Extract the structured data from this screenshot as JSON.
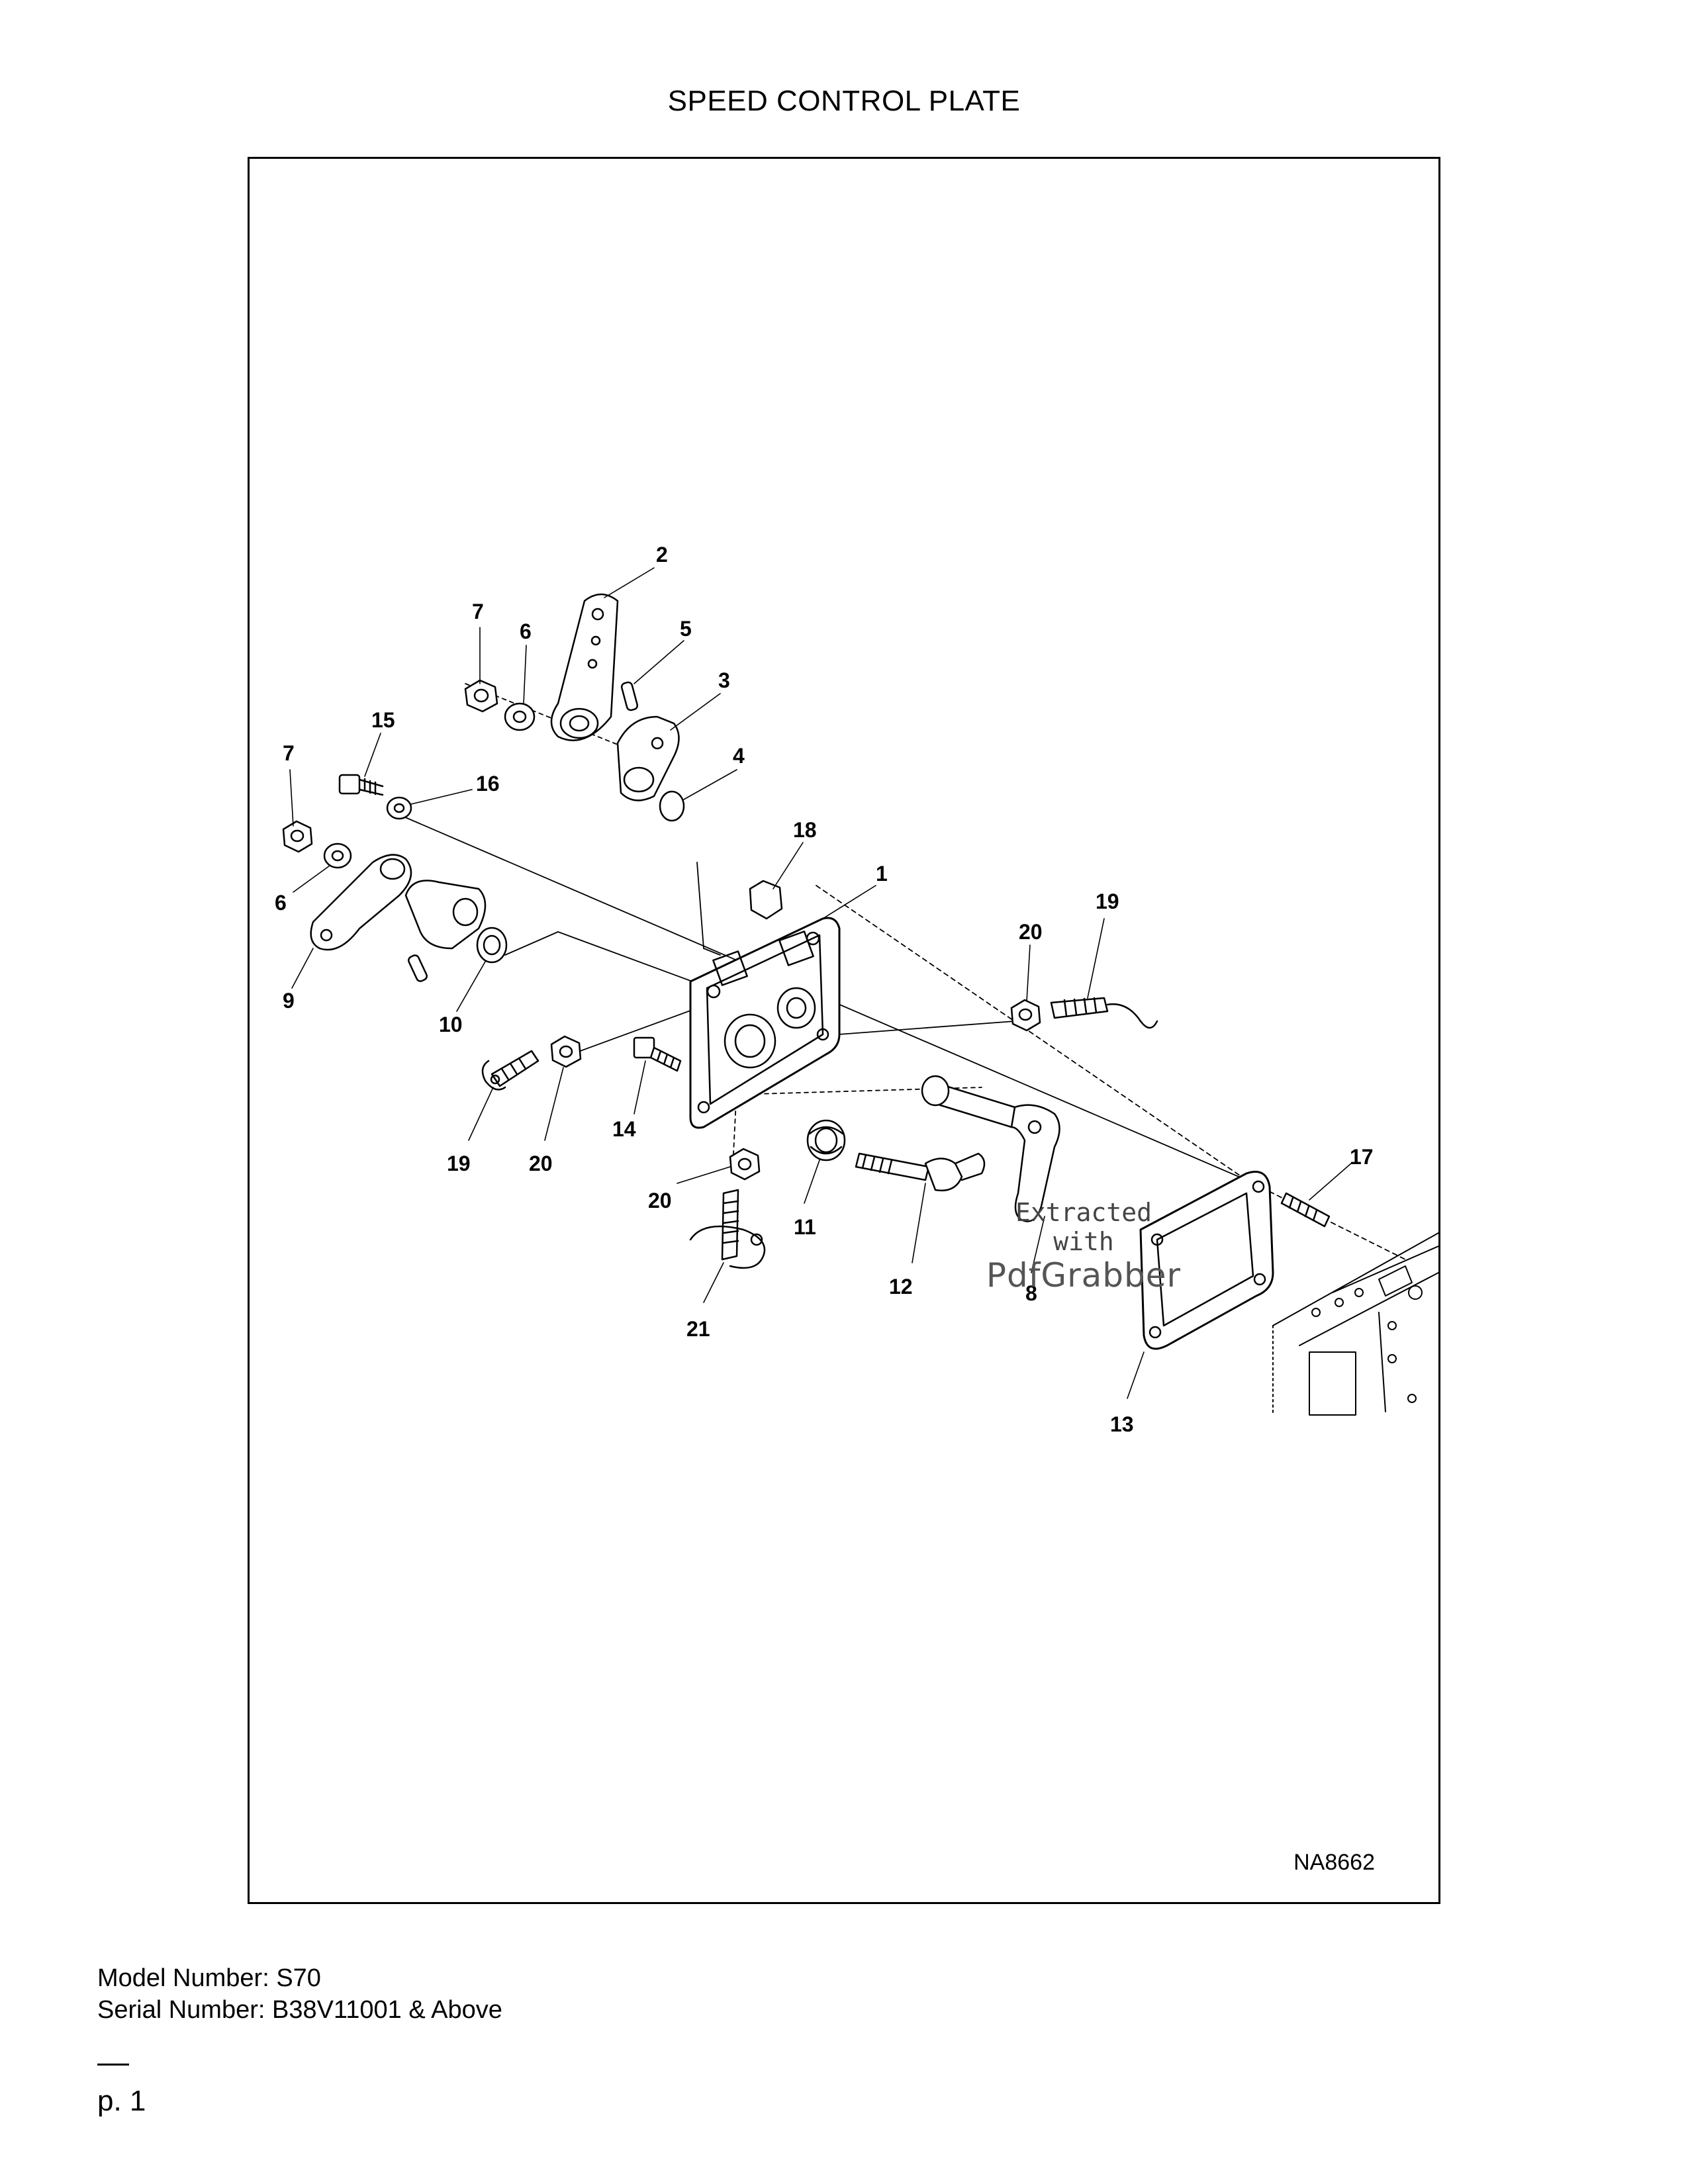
{
  "title": "SPEED CONTROL PLATE",
  "diagram": {
    "drawing_id": "NA8662",
    "callouts": [
      "2",
      "7",
      "6",
      "5",
      "3",
      "4",
      "15",
      "7",
      "16",
      "18",
      "1",
      "6",
      "19",
      "20",
      "9",
      "10",
      "19",
      "20",
      "14",
      "20",
      "11",
      "17",
      "12",
      "8",
      "21",
      "13"
    ],
    "watermark": {
      "line1": "Extracted",
      "line2": "with",
      "line3": "PdfGrabber"
    }
  },
  "footer": {
    "model": "Model Number: S70",
    "serial": "Serial Number: B38V11001 & Above",
    "page": "p. 1"
  }
}
